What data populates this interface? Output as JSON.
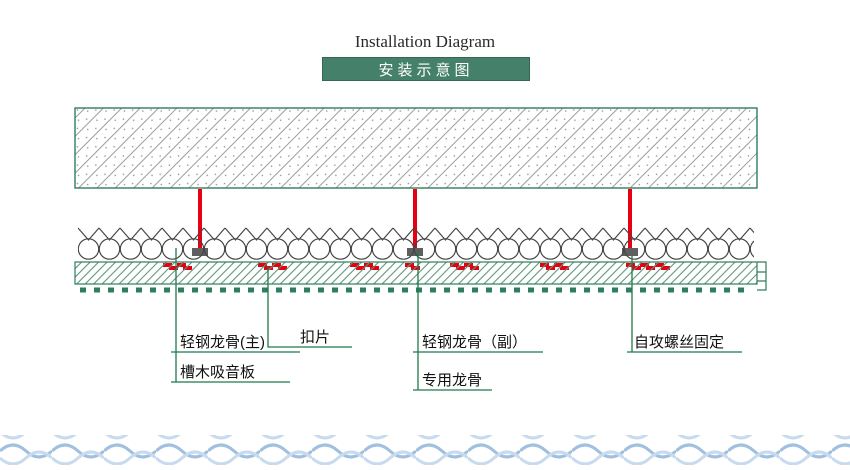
{
  "header": {
    "title_en": "Installation Diagram",
    "title_zh": "安装示意图"
  },
  "annotations": {
    "main_keel": "轻钢龙骨(主)",
    "clip": "扣片",
    "sub_keel": "轻钢龙骨（副）",
    "screw_fix": "自攻螺丝固定",
    "acoustic_panel": "槽木吸音板",
    "special_keel": "专用龙骨"
  },
  "colors": {
    "accent_green": "#2e7d5c",
    "banner_green": "#44806a",
    "hanger_red": "#e60012",
    "wave_blue": "#aac6e3",
    "hatch_gray": "#9c9c9c"
  }
}
